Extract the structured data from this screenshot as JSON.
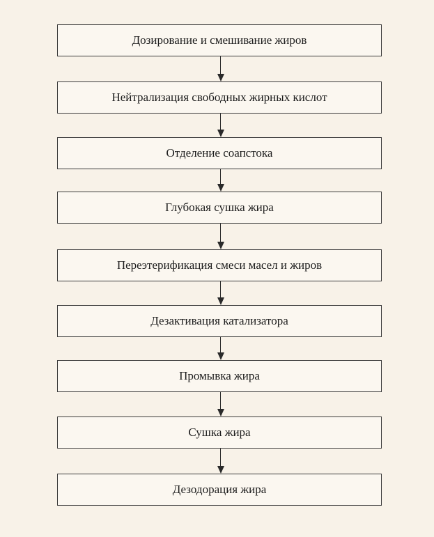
{
  "flowchart": {
    "steps": [
      "Дозирование и смешивание жиров",
      "Нейтрализация свободных жирных кислот",
      "Отделение соапстока",
      "Глубокая сушка жира",
      "Переэтерификация смеси масел и жиров",
      "Дезактивация катализатора",
      "Промывка жира",
      "Сушка жира",
      "Дезодорация жира"
    ]
  }
}
